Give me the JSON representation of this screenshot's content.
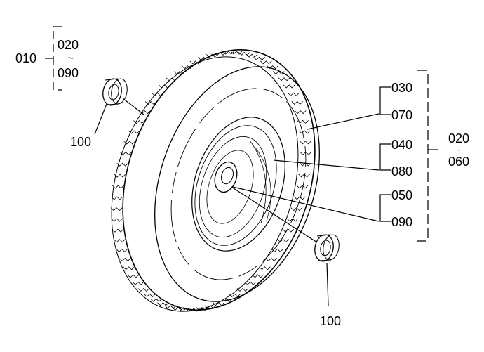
{
  "labels": {
    "assembly_outer": "010",
    "group_left_top": "020",
    "group_left_tilde": "~",
    "group_left_bottom": "090",
    "bearing_top": "100",
    "bearing_bottom": "100",
    "tire_top": "030",
    "tire_bottom": "070",
    "rim_top": "040",
    "rim_bottom": "080",
    "hub_top": "050",
    "hub_bottom": "090",
    "group_right_top": "020",
    "group_right_dot": "·",
    "group_right_bottom": "060"
  }
}
